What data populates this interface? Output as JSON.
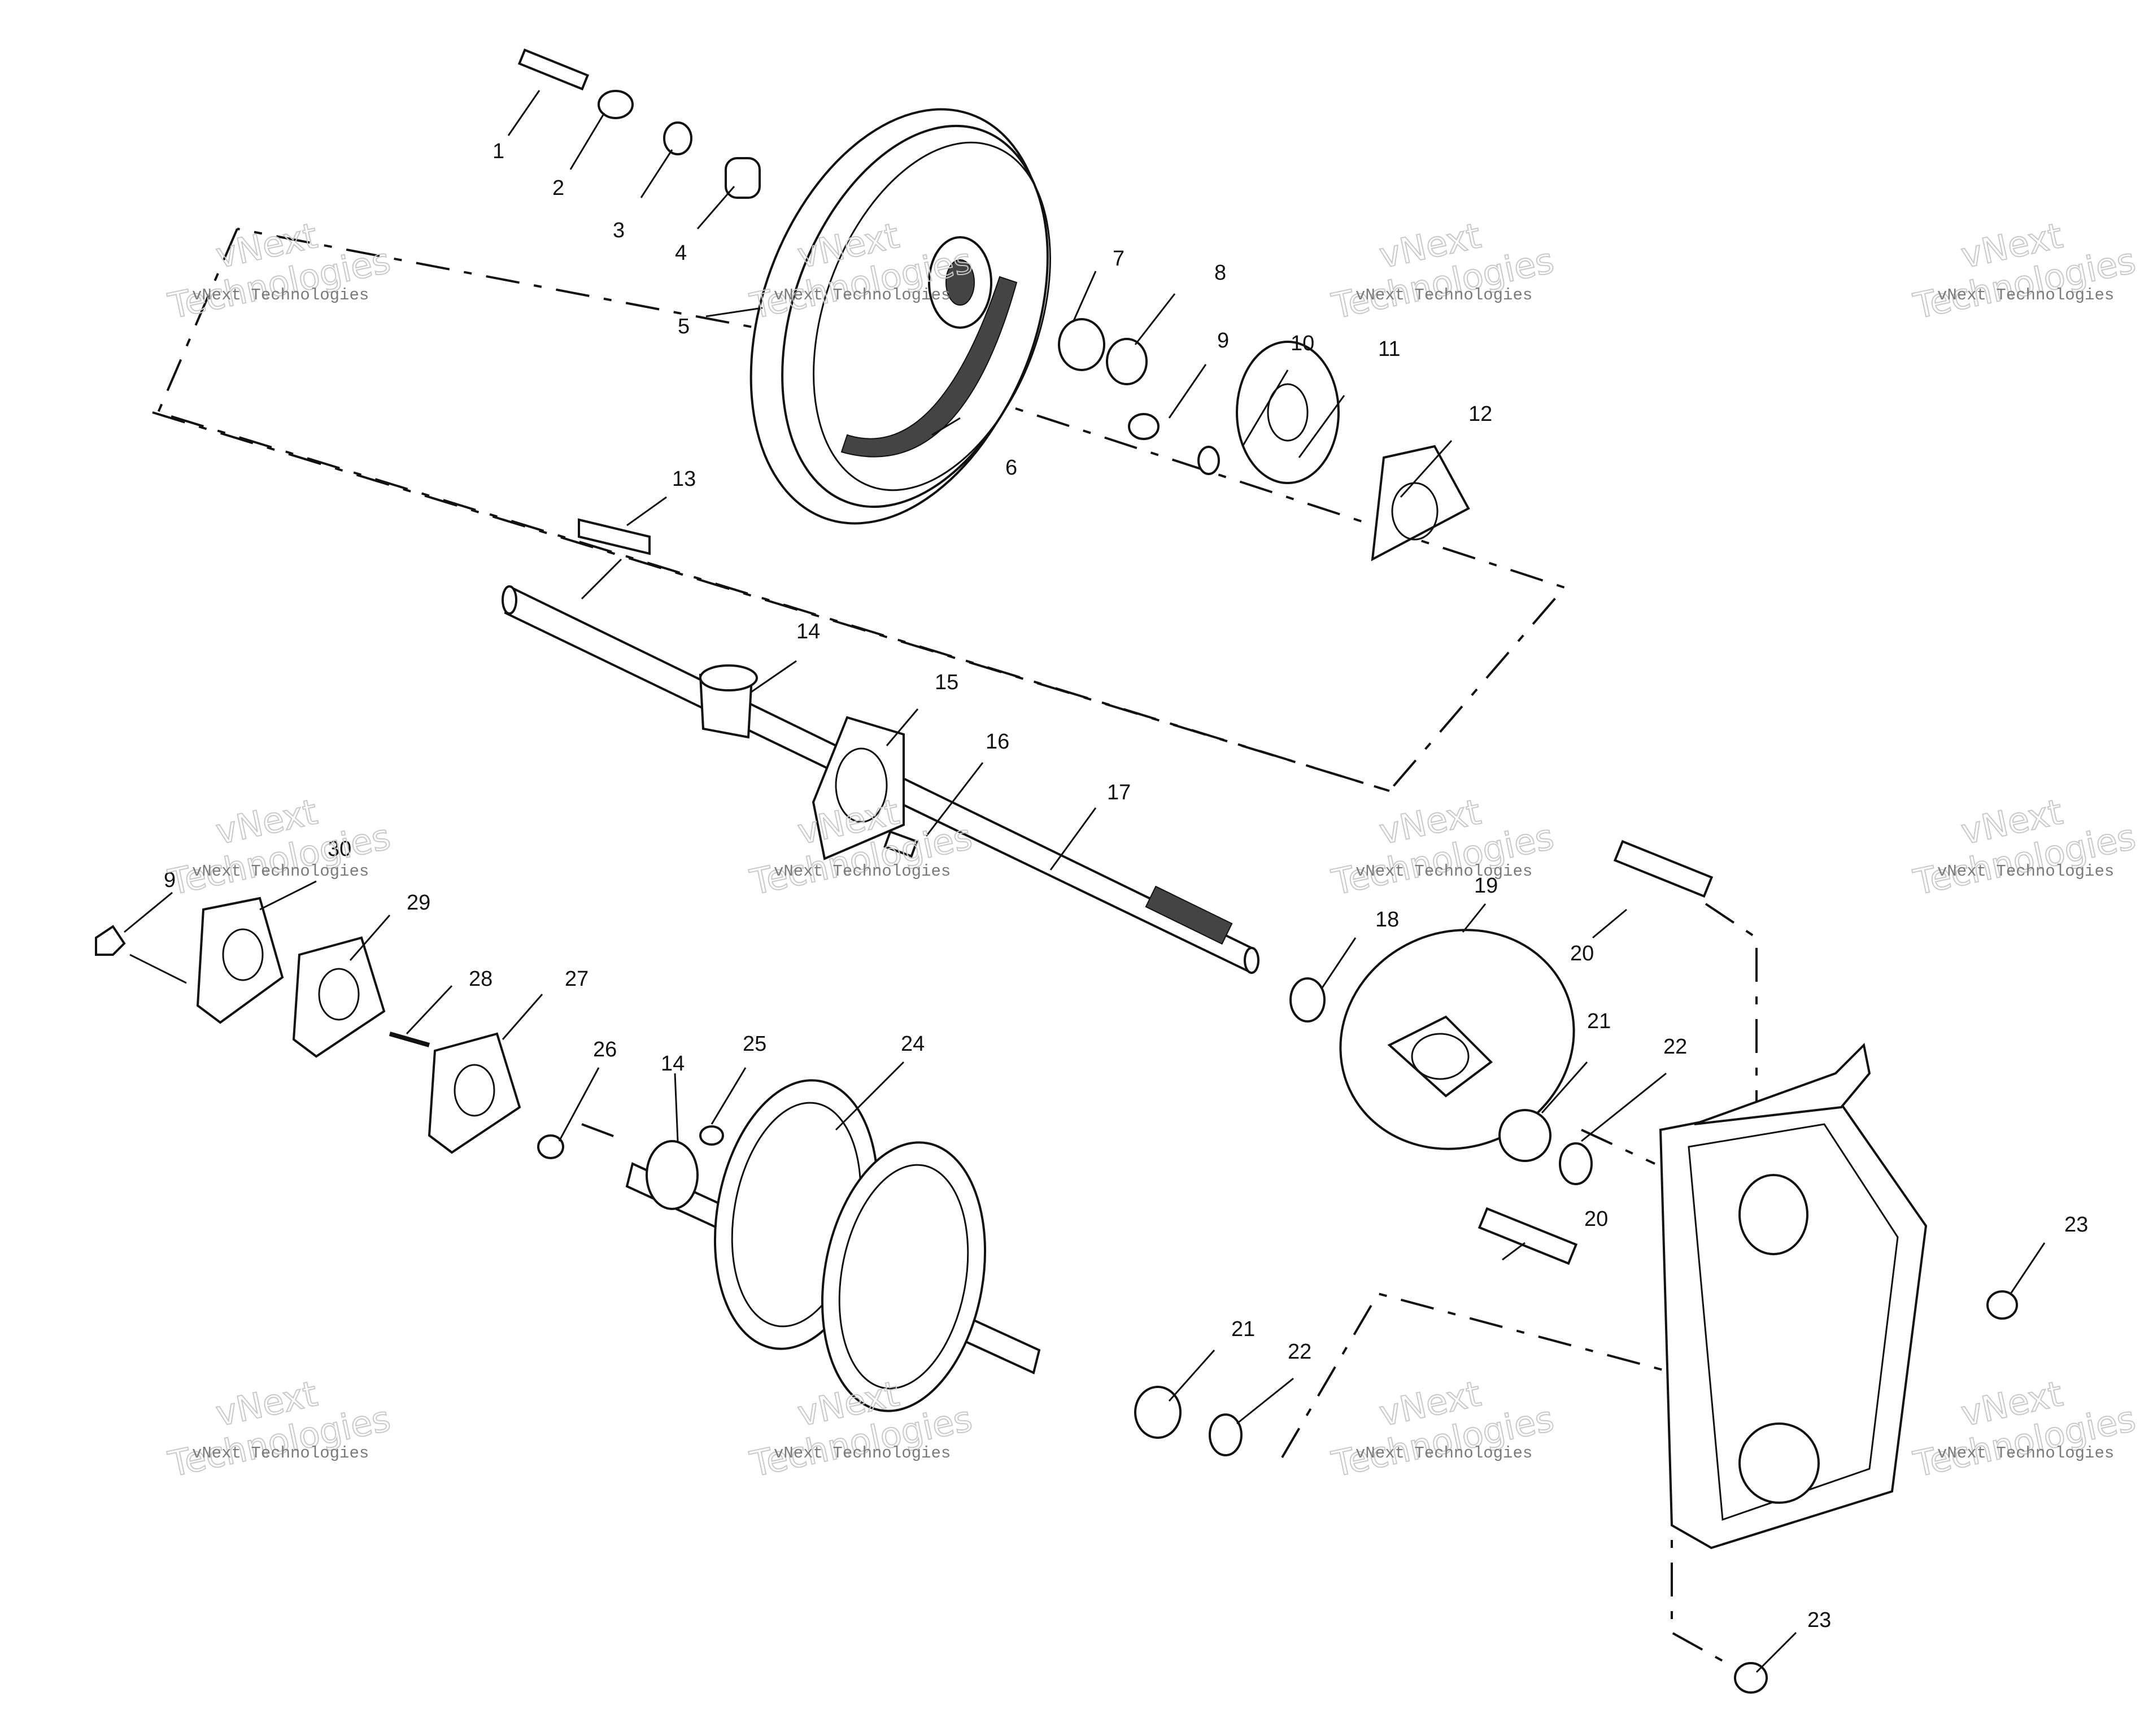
{
  "watermark": {
    "line1": "vNext",
    "line2": "Technologies",
    "caption": "vNext Technologies"
  },
  "colors": {
    "ink": "#111111",
    "watermark": "#c9c9c9",
    "background": "#ffffff"
  },
  "callouts": [
    {
      "label": "1"
    },
    {
      "label": "2"
    },
    {
      "label": "3"
    },
    {
      "label": "4"
    },
    {
      "label": "5"
    },
    {
      "label": "6"
    },
    {
      "label": "7"
    },
    {
      "label": "8"
    },
    {
      "label": "9"
    },
    {
      "label": "10"
    },
    {
      "label": "11"
    },
    {
      "label": "12"
    },
    {
      "label": "13"
    },
    {
      "label": "14"
    },
    {
      "label": "14"
    },
    {
      "label": "15"
    },
    {
      "label": "16"
    },
    {
      "label": "17"
    },
    {
      "label": "18"
    },
    {
      "label": "19"
    },
    {
      "label": "20"
    },
    {
      "label": "20"
    },
    {
      "label": "21"
    },
    {
      "label": "21"
    },
    {
      "label": "22"
    },
    {
      "label": "22"
    },
    {
      "label": "23"
    },
    {
      "label": "23"
    },
    {
      "label": "24"
    },
    {
      "label": "25"
    },
    {
      "label": "26"
    },
    {
      "label": "27"
    },
    {
      "label": "28"
    },
    {
      "label": "29"
    },
    {
      "label": "30"
    },
    {
      "label": "9"
    }
  ]
}
